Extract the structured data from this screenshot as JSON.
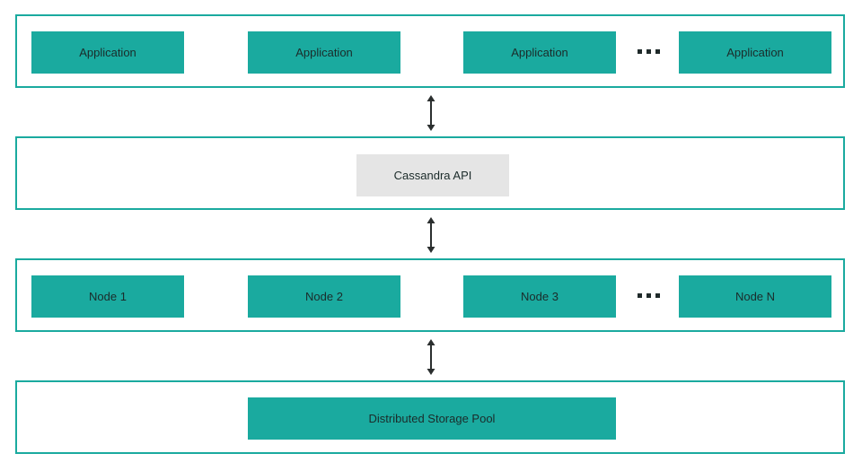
{
  "layers": {
    "applications": {
      "items": [
        {
          "label": "Application"
        },
        {
          "label": "Application"
        },
        {
          "label": "Application"
        },
        {
          "label": "Application"
        }
      ]
    },
    "api": {
      "label": "Cassandra API"
    },
    "nodes": {
      "items": [
        {
          "label": "Node 1"
        },
        {
          "label": "Node 2"
        },
        {
          "label": "Node 3"
        },
        {
          "label": "Node N"
        }
      ]
    },
    "storage": {
      "label": "Distributed Storage Pool"
    }
  },
  "colors": {
    "accent": "#1aaa9f",
    "api_box": "#e5e5e5",
    "text": "#1b2b2a",
    "arrow": "#2b2f2f"
  },
  "icons": {
    "ellipsis": "ellipsis-icon",
    "arrow": "double-arrow-vertical-icon"
  }
}
